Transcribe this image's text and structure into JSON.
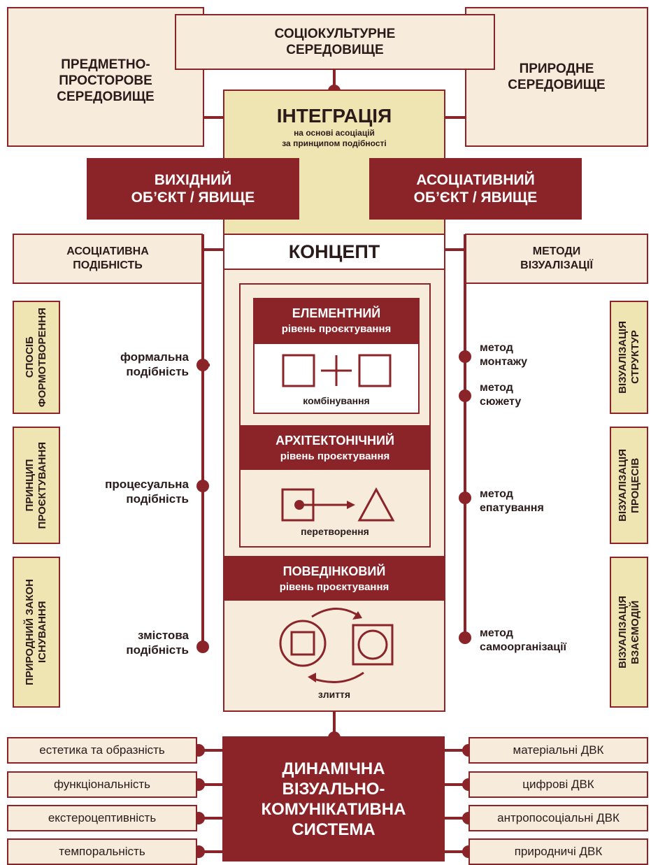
{
  "top": {
    "sociocultural": "СОЦІОКУЛЬТУРНЕ\nСЕРЕДОВИЩЕ",
    "subject_spatial": "ПРЕДМЕТНО-\nПРОСТОРОВЕ\nСЕРЕДОВИЩЕ",
    "natural": "ПРИРОДНЕ\nСЕРЕДОВИЩЕ"
  },
  "integration": {
    "title": "ІНТЕГРАЦІЯ",
    "subtitle": "на основі асоціацій\nза принципом подібності"
  },
  "objects": {
    "source": "ВИХІДНИЙ\nОБ’ЄКТ / ЯВИЩЕ",
    "associative": "АСОЦІАТИВНИЙ\nОБ’ЄКТ / ЯВИЩЕ"
  },
  "concept": {
    "title": "КОНЦЕПТ",
    "left": "АСОЦІАТИВНА\nПОДІБНІСТЬ",
    "right": "МЕТОДИ\nВІЗУАЛІЗАЦІЇ"
  },
  "levels": {
    "element": {
      "title": "ЕЛЕМЕНТНИЙ",
      "sub": "рівень проєктування",
      "caption": "комбінування"
    },
    "architectonic": {
      "title": "АРХІТЕКТОНІЧНИЙ",
      "sub": "рівень проєктування",
      "caption": "перетворення"
    },
    "behavioral": {
      "title": "ПОВЕДІНКОВИЙ",
      "sub": "рівень проєктування",
      "caption": "злиття"
    }
  },
  "left_vertical": [
    "СПОСІБ\nФОРМОТВОРЕННЯ",
    "ПРИНЦИП\nПРОЄКТУВАННЯ",
    "ПРИРОДНИЙ ЗАКОН\nІСНУВАННЯ"
  ],
  "right_vertical": [
    "ВІЗУАЛІЗАЦІЯ\nСТРУКТУР",
    "ВІЗУАЛІЗАЦІЯ\nПРОЦЕСІВ",
    "ВІЗУАЛІЗАЦІЯ\nВЗАЄМОДІЙ"
  ],
  "similarities": [
    "формальна\nподібність",
    "процесуальна\nподібність",
    "змістова\nподібність"
  ],
  "methods": [
    "метод\nмонтажу",
    "метод\nсюжету",
    "метод\nепатування",
    "метод\nсамоорганізації"
  ],
  "system": {
    "title": "ДИНАМІЧНА\nВІЗУАЛЬНО-\nКОМУНІКАТИВНА\nСИСТЕМА"
  },
  "left_props": [
    "естетика та образність",
    "функціональність",
    "екстероцептивність",
    "темпоральність"
  ],
  "right_types": [
    "матеріальні ДВК",
    "цифрові ДВК",
    "антропосоціальні ДВК",
    "природничі ДВК"
  ],
  "colors": {
    "accent": "#8b2428",
    "light": "#f7ecdc",
    "yellow": "#efe5b2"
  }
}
